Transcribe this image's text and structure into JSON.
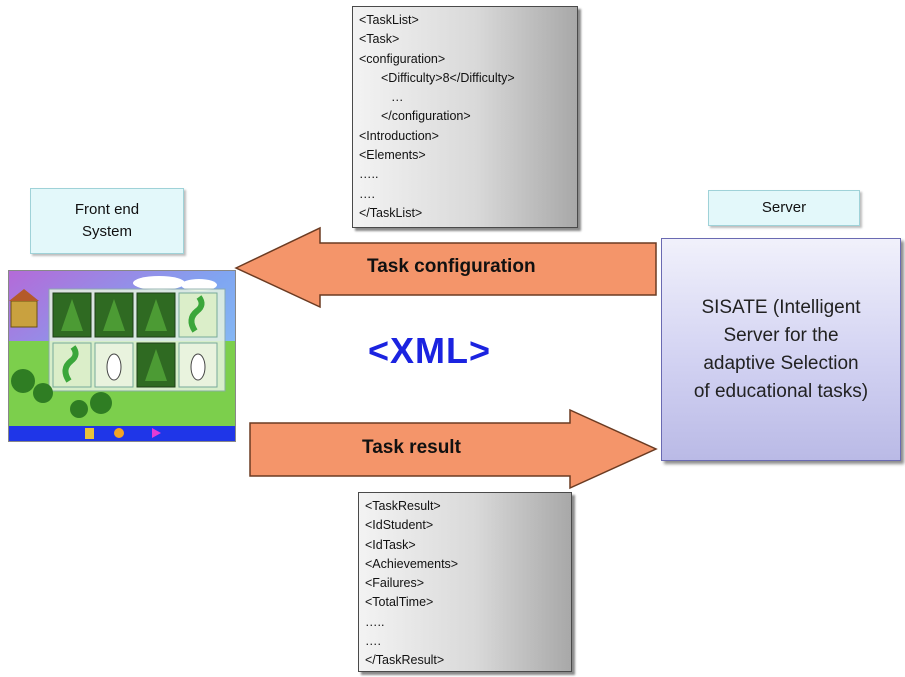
{
  "config_xml": {
    "lines": [
      "<TaskList>",
      "<Task>",
      "<configuration>",
      "<Difficulty>8</Difficulty>",
      "…",
      "</configuration>",
      "<Introduction>",
      "<Elements>",
      "…..",
      "….",
      "</TaskList>"
    ]
  },
  "result_xml": {
    "lines": [
      "<TaskResult>",
      "<IdStudent>",
      "<IdTask>",
      "<Achievements>",
      "<Failures>",
      "<TotalTime>",
      "…..",
      "….",
      "</TaskResult>"
    ]
  },
  "frontend": {
    "label_line1": "Front end",
    "label_line2": "System"
  },
  "server": {
    "label": "Server",
    "description_lines": [
      "SISATE (Intelligent",
      "Server for the",
      "adaptive Selection",
      "of educational tasks)"
    ]
  },
  "center_label": "<XML>",
  "arrows": {
    "config_label": "Task configuration",
    "result_label": "Task result",
    "fill_color": "#f4956a",
    "stroke_color": "#6b3b22"
  },
  "colors": {
    "label_fill": "#e3f8fa",
    "server_fill": "#c8c8ef",
    "xml_text": "#1b23e0"
  }
}
